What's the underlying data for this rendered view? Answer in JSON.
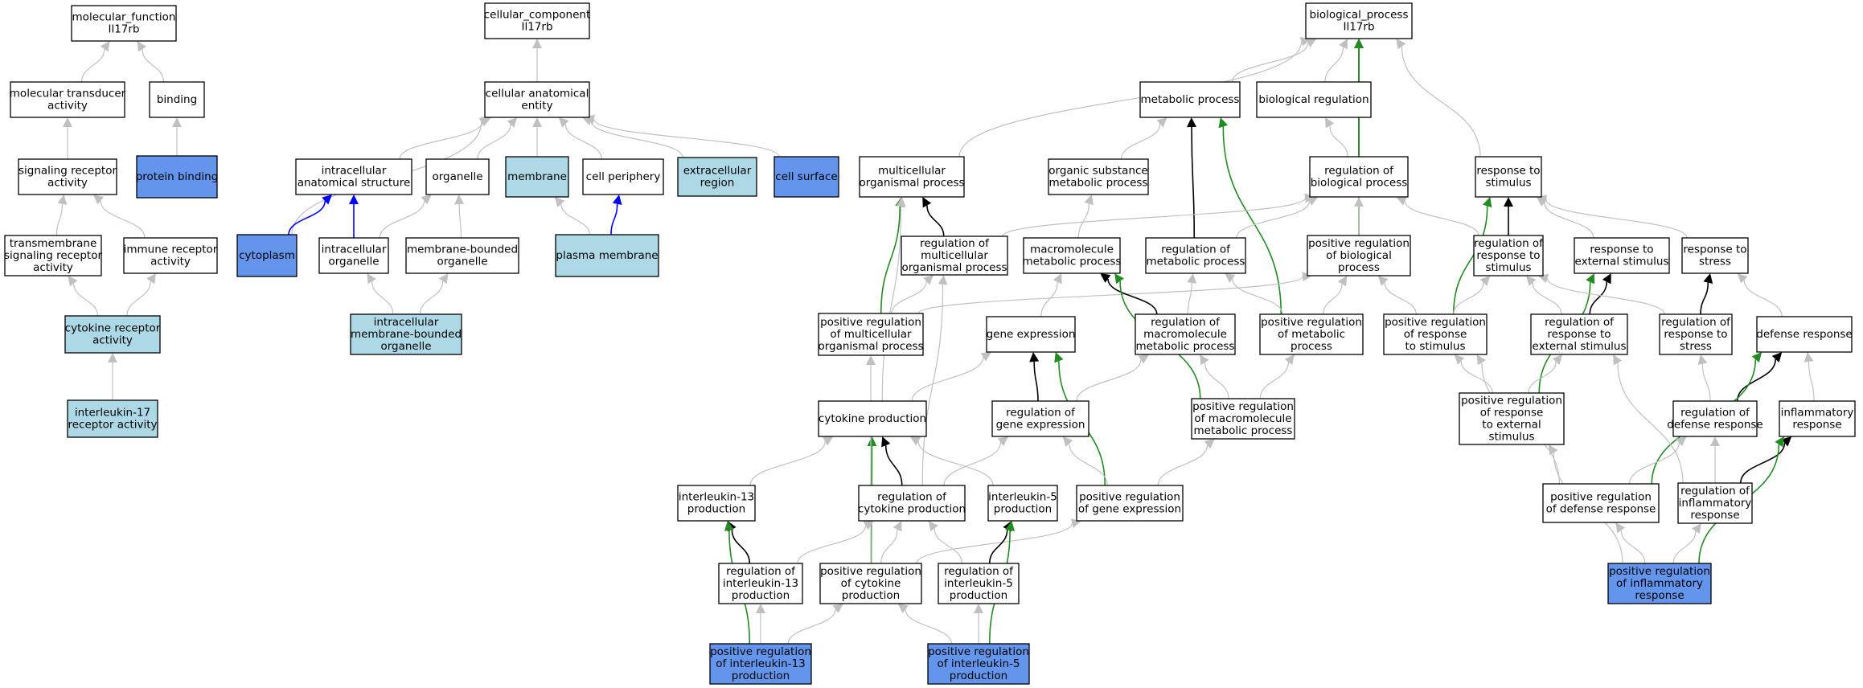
{
  "colors": {
    "white": "#ffffff",
    "light": "#add8e6",
    "dark": "#6495ed",
    "gray": "#c0c0c0",
    "black": "#000000",
    "blue": "#0000ff",
    "green": "#228b22"
  },
  "nodes": {
    "mf": {
      "lines": [
        "molecular_function",
        "Il17rb"
      ],
      "fill": "white"
    },
    "mta": {
      "lines": [
        "molecular transducer",
        "activity"
      ],
      "fill": "white"
    },
    "binding": {
      "lines": [
        "binding"
      ],
      "fill": "white"
    },
    "sra": {
      "lines": [
        "signaling receptor",
        "activity"
      ],
      "fill": "white"
    },
    "pb": {
      "lines": [
        "protein binding"
      ],
      "fill": "dark"
    },
    "tmsra": {
      "lines": [
        "transmembrane",
        "signaling receptor",
        "activity"
      ],
      "fill": "white"
    },
    "ira": {
      "lines": [
        "immune receptor",
        "activity"
      ],
      "fill": "white"
    },
    "cra": {
      "lines": [
        "cytokine receptor",
        "activity"
      ],
      "fill": "light"
    },
    "il17ra": {
      "lines": [
        "interleukin-17",
        "receptor activity"
      ],
      "fill": "light"
    },
    "cc": {
      "lines": [
        "cellular_component",
        "Il17rb"
      ],
      "fill": "white"
    },
    "cae": {
      "lines": [
        "cellular anatomical",
        "entity"
      ],
      "fill": "white"
    },
    "ias": {
      "lines": [
        "intracellular",
        "anatomical structure"
      ],
      "fill": "white"
    },
    "organelle": {
      "lines": [
        "organelle"
      ],
      "fill": "white"
    },
    "membrane": {
      "lines": [
        "membrane"
      ],
      "fill": "light"
    },
    "cp": {
      "lines": [
        "cell periphery"
      ],
      "fill": "white"
    },
    "er": {
      "lines": [
        "extracellular",
        "region"
      ],
      "fill": "light"
    },
    "cs": {
      "lines": [
        "cell surface"
      ],
      "fill": "dark"
    },
    "cyto": {
      "lines": [
        "cytoplasm"
      ],
      "fill": "dark"
    },
    "io": {
      "lines": [
        "intracellular",
        "organelle"
      ],
      "fill": "white"
    },
    "mbo": {
      "lines": [
        "membrane-bounded",
        "organelle"
      ],
      "fill": "white"
    },
    "pm": {
      "lines": [
        "plasma membrane"
      ],
      "fill": "light"
    },
    "imbo": {
      "lines": [
        "intracellular",
        "membrane-bounded",
        "organelle"
      ],
      "fill": "light"
    },
    "bp": {
      "lines": [
        "biological_process",
        "Il17rb"
      ],
      "fill": "white"
    },
    "metp": {
      "lines": [
        "metabolic process"
      ],
      "fill": "white"
    },
    "breg": {
      "lines": [
        "biological regulation"
      ],
      "fill": "white"
    },
    "mop": {
      "lines": [
        "multicellular",
        "organismal process"
      ],
      "fill": "white"
    },
    "osmp": {
      "lines": [
        "organic substance",
        "metabolic process"
      ],
      "fill": "white"
    },
    "rbp": {
      "lines": [
        "regulation of",
        "biological process"
      ],
      "fill": "white"
    },
    "rts": {
      "lines": [
        "response to",
        "stimulus"
      ],
      "fill": "white"
    },
    "rmop": {
      "lines": [
        "regulation of",
        "multicellular",
        "organismal process"
      ],
      "fill": "white"
    },
    "mmp": {
      "lines": [
        "macromolecule",
        "metabolic process"
      ],
      "fill": "white"
    },
    "rmp": {
      "lines": [
        "regulation of",
        "metabolic process"
      ],
      "fill": "white"
    },
    "prbp": {
      "lines": [
        "positive regulation",
        "of biological",
        "process"
      ],
      "fill": "white"
    },
    "rrts": {
      "lines": [
        "regulation of",
        "response to",
        "stimulus"
      ],
      "fill": "white"
    },
    "rtes": {
      "lines": [
        "response to",
        "external stimulus"
      ],
      "fill": "white"
    },
    "rtstress": {
      "lines": [
        "response to",
        "stress"
      ],
      "fill": "white"
    },
    "prmop": {
      "lines": [
        "positive regulation",
        "of multicellular",
        "organismal process"
      ],
      "fill": "white"
    },
    "ge": {
      "lines": [
        "gene expression"
      ],
      "fill": "white"
    },
    "rmmp": {
      "lines": [
        "regulation of",
        "macromolecule",
        "metabolic process"
      ],
      "fill": "white"
    },
    "prmp": {
      "lines": [
        "positive regulation",
        "of metabolic",
        "process"
      ],
      "fill": "white"
    },
    "prrts": {
      "lines": [
        "positive regulation",
        "of response",
        "to stimulus"
      ],
      "fill": "white"
    },
    "rrtes": {
      "lines": [
        "regulation of",
        "response to",
        "external stimulus"
      ],
      "fill": "white"
    },
    "rrtstress": {
      "lines": [
        "regulation of",
        "response to",
        "stress"
      ],
      "fill": "white"
    },
    "dr": {
      "lines": [
        "defense response"
      ],
      "fill": "white"
    },
    "cyp": {
      "lines": [
        "cytokine production"
      ],
      "fill": "white"
    },
    "rge": {
      "lines": [
        "regulation of",
        "gene expression"
      ],
      "fill": "white"
    },
    "prmmp": {
      "lines": [
        "positive regulation",
        "of macromolecule",
        "metabolic process"
      ],
      "fill": "white"
    },
    "prrtes": {
      "lines": [
        "positive regulation",
        "of response",
        "to external",
        "stimulus"
      ],
      "fill": "white"
    },
    "rdr": {
      "lines": [
        "regulation of",
        "defense response"
      ],
      "fill": "white"
    },
    "ir": {
      "lines": [
        "inflammatory",
        "response"
      ],
      "fill": "white"
    },
    "il13p": {
      "lines": [
        "interleukin-13",
        "production"
      ],
      "fill": "white"
    },
    "rcp": {
      "lines": [
        "regulation of",
        "cytokine production"
      ],
      "fill": "white"
    },
    "il5p": {
      "lines": [
        "interleukin-5",
        "production"
      ],
      "fill": "white"
    },
    "prge": {
      "lines": [
        "positive regulation",
        "of gene expression"
      ],
      "fill": "white"
    },
    "prdr": {
      "lines": [
        "positive regulation",
        "of defense response"
      ],
      "fill": "white"
    },
    "rir": {
      "lines": [
        "regulation of",
        "inflammatory",
        "response"
      ],
      "fill": "white"
    },
    "ril13p": {
      "lines": [
        "regulation of",
        "interleukin-13",
        "production"
      ],
      "fill": "white"
    },
    "prcp": {
      "lines": [
        "positive regulation",
        "of cytokine",
        "production"
      ],
      "fill": "white"
    },
    "ril5p": {
      "lines": [
        "regulation of",
        "interleukin-5",
        "production"
      ],
      "fill": "white"
    },
    "prir": {
      "lines": [
        "positive regulation",
        "of inflammatory",
        "response"
      ],
      "fill": "dark"
    },
    "pril13p": {
      "lines": [
        "positive regulation",
        "of interleukin-13",
        "production"
      ],
      "fill": "dark"
    },
    "pril5p": {
      "lines": [
        "positive regulation",
        "of interleukin-5",
        "production"
      ],
      "fill": "dark"
    }
  },
  "edges": [
    [
      "mta",
      "mf",
      "gray"
    ],
    [
      "binding",
      "mf",
      "gray"
    ],
    [
      "sra",
      "mta",
      "gray"
    ],
    [
      "pb",
      "binding",
      "gray"
    ],
    [
      "tmsra",
      "sra",
      "gray"
    ],
    [
      "ira",
      "sra",
      "gray"
    ],
    [
      "cra",
      "tmsra",
      "gray"
    ],
    [
      "cra",
      "ira",
      "gray"
    ],
    [
      "il17ra",
      "cra",
      "gray"
    ],
    [
      "cae",
      "cc",
      "gray"
    ],
    [
      "ias",
      "cae",
      "gray"
    ],
    [
      "organelle",
      "cae",
      "gray"
    ],
    [
      "membrane",
      "cae",
      "gray"
    ],
    [
      "cp",
      "cae",
      "gray"
    ],
    [
      "er",
      "cae",
      "gray"
    ],
    [
      "cs",
      "cae",
      "gray"
    ],
    [
      "cyto",
      "cae",
      "gray"
    ],
    [
      "cyto",
      "ias",
      "blue"
    ],
    [
      "io",
      "ias",
      "blue"
    ],
    [
      "io",
      "organelle",
      "gray"
    ],
    [
      "mbo",
      "organelle",
      "gray"
    ],
    [
      "pm",
      "membrane",
      "gray"
    ],
    [
      "pm",
      "cp",
      "blue"
    ],
    [
      "imbo",
      "io",
      "gray"
    ],
    [
      "imbo",
      "mbo",
      "gray"
    ],
    [
      "metp",
      "bp",
      "gray"
    ],
    [
      "breg",
      "bp",
      "gray"
    ],
    [
      "mop",
      "bp",
      "gray"
    ],
    [
      "rbp",
      "bp",
      "black"
    ],
    [
      "prbp",
      "bp",
      "green"
    ],
    [
      "rts",
      "bp",
      "gray"
    ],
    [
      "rbp",
      "breg",
      "gray"
    ],
    [
      "osmp",
      "metp",
      "gray"
    ],
    [
      "rmp",
      "metp",
      "black"
    ],
    [
      "prmp",
      "metp",
      "green"
    ],
    [
      "rmop",
      "mop",
      "black"
    ],
    [
      "prmop",
      "mop",
      "green"
    ],
    [
      "cyp",
      "mop",
      "gray"
    ],
    [
      "mmp",
      "osmp",
      "gray"
    ],
    [
      "rmop",
      "rbp",
      "gray"
    ],
    [
      "rmp",
      "rbp",
      "gray"
    ],
    [
      "prbp",
      "rbp",
      "gray"
    ],
    [
      "rrts",
      "rbp",
      "gray"
    ],
    [
      "rrts",
      "rts",
      "black"
    ],
    [
      "prrts",
      "rts",
      "green"
    ],
    [
      "rtes",
      "rts",
      "gray"
    ],
    [
      "rtstress",
      "rts",
      "gray"
    ],
    [
      "prmop",
      "rmop",
      "gray"
    ],
    [
      "prmop",
      "prbp",
      "gray"
    ],
    [
      "rcp",
      "rmop",
      "gray"
    ],
    [
      "ge",
      "mmp",
      "gray"
    ],
    [
      "rmmp",
      "mmp",
      "black"
    ],
    [
      "prmmp",
      "mmp",
      "green"
    ],
    [
      "rmmp",
      "rmp",
      "gray"
    ],
    [
      "prmp",
      "rmp",
      "gray"
    ],
    [
      "prmp",
      "prbp",
      "gray"
    ],
    [
      "prrts",
      "prbp",
      "gray"
    ],
    [
      "prrts",
      "rrts",
      "gray"
    ],
    [
      "rrtes",
      "rrts",
      "gray"
    ],
    [
      "rrtes",
      "rtes",
      "black"
    ],
    [
      "prrtes",
      "rtes",
      "green"
    ],
    [
      "rrtstress",
      "rtstress",
      "black"
    ],
    [
      "dr",
      "rtstress",
      "gray"
    ],
    [
      "rrtstress",
      "rrts",
      "gray"
    ],
    [
      "cyp",
      "ge",
      "gray"
    ],
    [
      "rge",
      "ge",
      "black"
    ],
    [
      "prge",
      "ge",
      "green"
    ],
    [
      "rge",
      "rmmp",
      "gray"
    ],
    [
      "prmmp",
      "rmmp",
      "gray"
    ],
    [
      "prmmp",
      "prmp",
      "gray"
    ],
    [
      "prrtes",
      "prrts",
      "gray"
    ],
    [
      "prrtes",
      "rrtes",
      "gray"
    ],
    [
      "rdr",
      "dr",
      "black"
    ],
    [
      "prdr",
      "dr",
      "green"
    ],
    [
      "ir",
      "dr",
      "gray"
    ],
    [
      "rdr",
      "rrtstress",
      "gray"
    ],
    [
      "rir",
      "rrtes",
      "gray"
    ],
    [
      "prdr",
      "prrts",
      "gray"
    ],
    [
      "il13p",
      "cyp",
      "gray"
    ],
    [
      "rcp",
      "cyp",
      "black"
    ],
    [
      "prcp",
      "cyp",
      "green"
    ],
    [
      "il5p",
      "cyp",
      "gray"
    ],
    [
      "rcp",
      "rge",
      "gray"
    ],
    [
      "prge",
      "rge",
      "gray"
    ],
    [
      "prge",
      "prmmp",
      "gray"
    ],
    [
      "prdr",
      "rdr",
      "gray"
    ],
    [
      "rir",
      "rdr",
      "gray"
    ],
    [
      "rir",
      "ir",
      "black"
    ],
    [
      "prir",
      "ir",
      "green"
    ],
    [
      "prir",
      "prrtes",
      "gray"
    ],
    [
      "ril13p",
      "il13p",
      "black"
    ],
    [
      "pril13p",
      "il13p",
      "green"
    ],
    [
      "ril13p",
      "rcp",
      "gray"
    ],
    [
      "prcp",
      "rcp",
      "gray"
    ],
    [
      "ril5p",
      "rcp",
      "gray"
    ],
    [
      "prcp",
      "prmop",
      "gray"
    ],
    [
      "prcp",
      "prge",
      "gray"
    ],
    [
      "ril5p",
      "il5p",
      "black"
    ],
    [
      "pril5p",
      "il5p",
      "green"
    ],
    [
      "prir",
      "prdr",
      "gray"
    ],
    [
      "prir",
      "rir",
      "gray"
    ],
    [
      "pril13p",
      "ril13p",
      "gray"
    ],
    [
      "pril13p",
      "prcp",
      "gray"
    ],
    [
      "pril5p",
      "prcp",
      "gray"
    ],
    [
      "pril5p",
      "ril5p",
      "gray"
    ]
  ]
}
